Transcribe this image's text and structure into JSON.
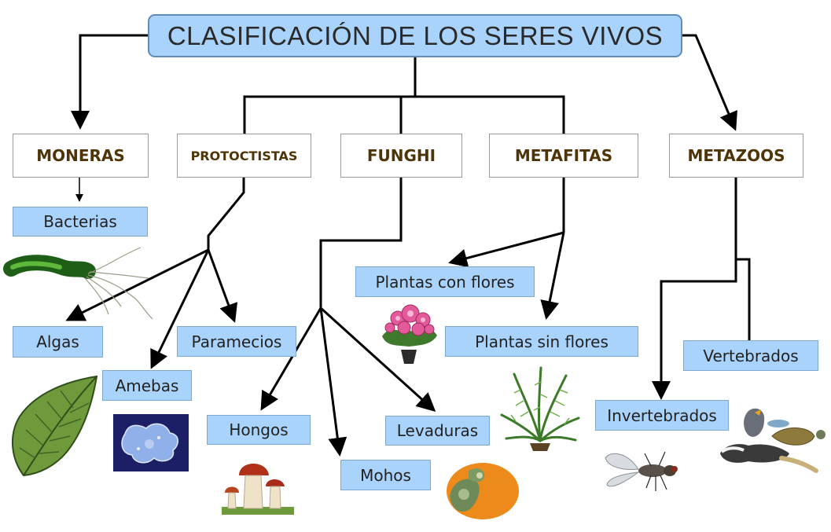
{
  "title": "CLASIFICACIÓN DE LOS SERES VIVOS",
  "groups": {
    "moneras": "MONERAS",
    "protoctistas": "PROTOCTISTAS",
    "funghi": "FUNGHI",
    "metafitas": "METAFITAS",
    "metazoos": "METAZOOS"
  },
  "items": {
    "bacterias": "Bacterias",
    "algas": "Algas",
    "amebas": "Amebas",
    "paramecios": "Paramecios",
    "hongos": "Hongos",
    "mohos": "Mohos",
    "levaduras": "Levaduras",
    "plantas_con_flores": "Plantas con flores",
    "plantas_sin_flores": "Plantas sin flores",
    "vertebrados": "Vertebrados",
    "invertebrados": "Invertebrados"
  },
  "colors": {
    "box_fill": "#a9d3fb",
    "group_text": "#4e3408",
    "line": "#000000"
  }
}
